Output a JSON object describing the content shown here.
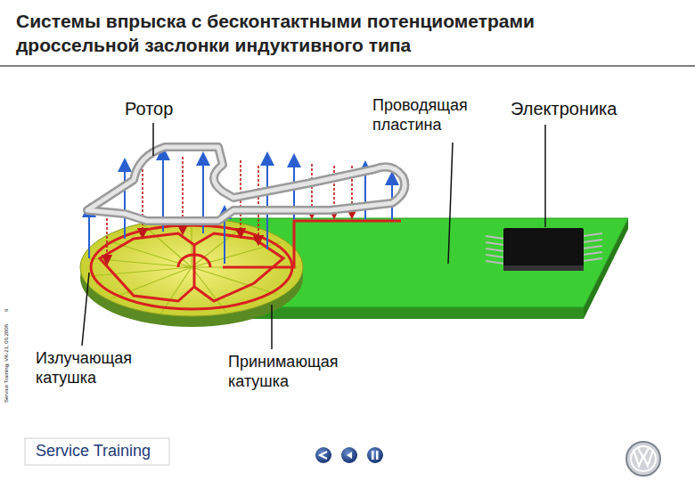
{
  "diagram": {
    "title": "Системы впрыска с бесконтактными потенциометрами дроссельной заслонки индуктивного типа",
    "labels": [
      "Ротор",
      "Проводящая пластина",
      "Электроника",
      "Излучающая катушка",
      "Принимающая катушка",
      "Service Training, VK-21, 06.2006",
      "6",
      "Service Training"
    ]
  }
}
